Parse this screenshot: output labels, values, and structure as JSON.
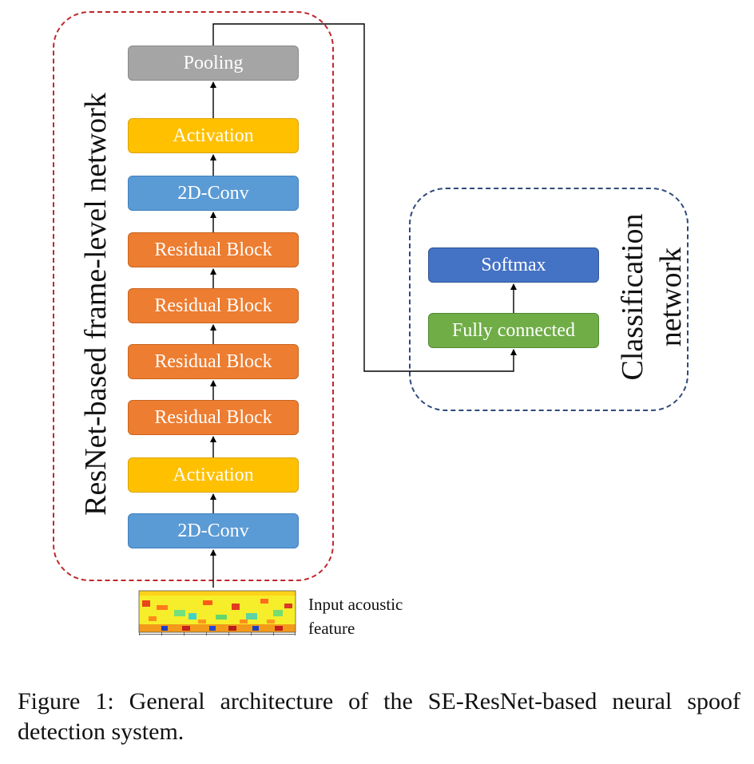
{
  "frame_network": {
    "label": "ResNet-based frame-level network",
    "color": "#c0262d",
    "blocks": [
      {
        "label": "Pooling",
        "kind": "pooling",
        "color": "#a5a5a5"
      },
      {
        "label": "Activation",
        "kind": "activation",
        "color": "#ffc000"
      },
      {
        "label": "2D-Conv",
        "kind": "conv",
        "color": "#5b9bd5"
      },
      {
        "label": "Residual Block",
        "kind": "residual",
        "color": "#ed7d31"
      },
      {
        "label": "Residual Block",
        "kind": "residual",
        "color": "#ed7d31"
      },
      {
        "label": "Residual Block",
        "kind": "residual",
        "color": "#ed7d31"
      },
      {
        "label": "Residual Block",
        "kind": "residual",
        "color": "#ed7d31"
      },
      {
        "label": "Activation",
        "kind": "activation",
        "color": "#ffc000"
      },
      {
        "label": "2D-Conv",
        "kind": "conv",
        "color": "#5b9bd5"
      }
    ]
  },
  "classification_network": {
    "label_line1": "Classification",
    "label_line2": "network",
    "color": "#2e4a7a",
    "blocks": [
      {
        "label": "Softmax",
        "kind": "softmax",
        "color": "#4472c4"
      },
      {
        "label": "Fully connected",
        "kind": "fully-connected",
        "color": "#70ad47"
      }
    ]
  },
  "input": {
    "label_line1": "Input acoustic",
    "label_line2": "feature",
    "icon": "spectrogram-icon"
  },
  "caption": "Figure 1: General architecture of the SE-ResNet-based neural spoof detection system."
}
